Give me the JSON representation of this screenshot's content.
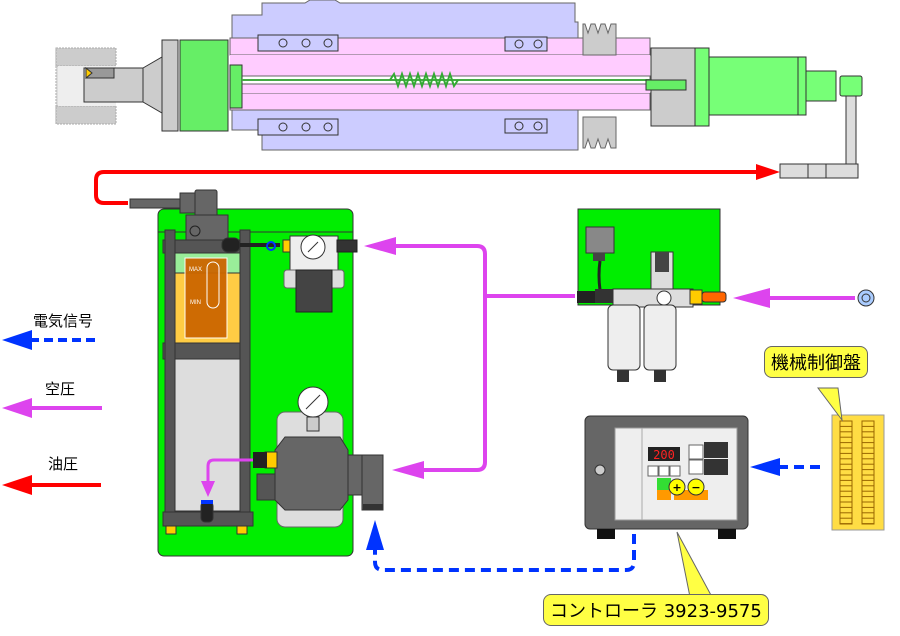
{
  "legend": {
    "items": [
      {
        "label": "電気信号",
        "type": "electric-signal",
        "color": "#0033ff",
        "style": "dashed"
      },
      {
        "label": "空圧",
        "type": "pneumatic",
        "color": "#dd44ee",
        "style": "solid"
      },
      {
        "label": "油圧",
        "type": "hydraulic",
        "color": "#ff0000",
        "style": "solid"
      }
    ]
  },
  "callouts": {
    "controller": "コントローラ 3923-9575",
    "machine_control_panel": "機械制御盤"
  },
  "controller_display": {
    "value": "200",
    "plus": "+",
    "minus": "−"
  },
  "gauge_labels": {
    "max": "MAX",
    "min": "MIN"
  },
  "colors": {
    "hydraulic": "#ff0000",
    "pneumatic": "#dd44ee",
    "electric": "#0033ff",
    "panel_green": "#00ee00",
    "spindle_green": "#77ff77",
    "housing_lavender": "#ccccff",
    "shaft_pink": "#ffccff",
    "callout_yellow": "#ffff44",
    "oil_orange": "#cc6600"
  }
}
